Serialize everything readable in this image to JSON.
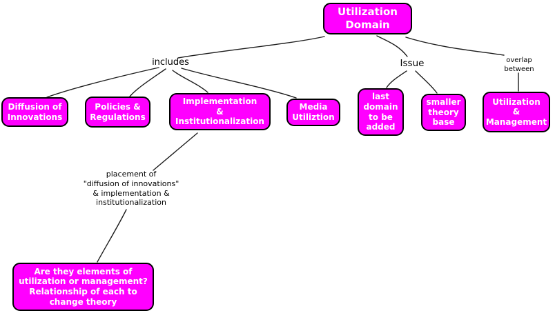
{
  "diagram": {
    "colors": {
      "node_fill": "#ff00ff",
      "node_border": "#000000",
      "node_text": "#ffffff",
      "connector": "#1c1c1c",
      "label_text": "#000000",
      "background": "#ffffff"
    },
    "nodes": {
      "utilization_domain": {
        "label": "Utilization\nDomain"
      },
      "diffusion_of_innovations": {
        "label": "Diffusion of\nInnovations"
      },
      "policies_regulations": {
        "label": "Policies &\nRegulations"
      },
      "implementation_institutionalization": {
        "label": "Implementation\n&\nInstitutionalization"
      },
      "media_utiliztion": {
        "label": "Media\nUtiliztion"
      },
      "last_domain_added": {
        "label": "last\ndomain\nto be\nadded"
      },
      "smaller_theory_base": {
        "label": "smaller\ntheory\nbase"
      },
      "utilization_management": {
        "label": "Utilization\n&\nManagement"
      },
      "elements_question": {
        "label": "Are they elements of\nutilization or management?\nRelationship of each to\nchange theory"
      }
    },
    "link_labels": {
      "includes": "includes",
      "issue": "Issue",
      "overlap_between": "overlap\nbetween",
      "placement": "placement of\n\"diffusion of innovations\"\n& implementation &\ninstitutionalization"
    }
  }
}
